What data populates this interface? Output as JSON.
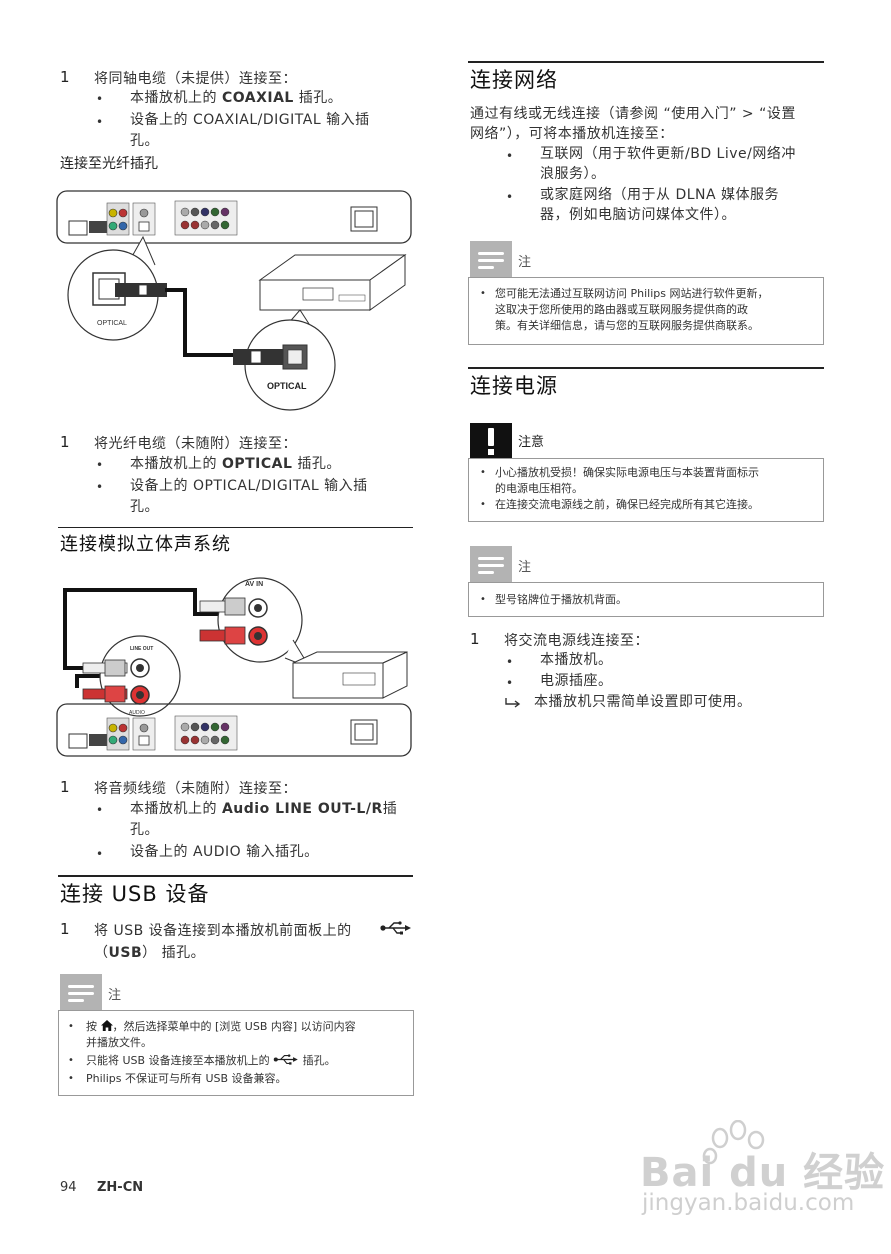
{
  "left": {
    "coax_steps": {
      "step_num": "1",
      "text": "将同轴电缆（未提供）连接至：",
      "b1_pre": "本播放机上的 ",
      "b1_bold": "COAXIAL",
      "b1_post": " 插孔。",
      "b2_line1": "设备上的 COAXIAL/DIGITAL 输入插",
      "b2_line2": "孔。"
    },
    "optical_heading": "连接至光纤插孔",
    "optical_diagram": {
      "label_small": "OPTICAL",
      "label_large": "OPTICAL"
    },
    "optical_steps": {
      "step_num": "1",
      "text": "将光纤电缆（未随附）连接至：",
      "b1_pre": "本播放机上的 ",
      "b1_bold": "OPTICAL",
      "b1_post": " 插孔。",
      "b2_line1": "设备上的 OPTICAL/DIGITAL 输入插",
      "b2_line2": "孔。"
    },
    "analog_title": "连接模拟立体声系统",
    "analog_diagram": {
      "av_in": "AV IN",
      "line_out": "LINE OUT",
      "audio": "AUDIO"
    },
    "analog_steps": {
      "step_num": "1",
      "text": "将音频线缆（未随附）连接至：",
      "b1_pre": "本播放机上的 ",
      "b1_bold": "Audio LINE OUT-L/R",
      "b1_post": "插",
      "b1_line2": "孔。",
      "b2": "设备上的 AUDIO 输入插孔。"
    },
    "usb_title": "连接 USB 设备",
    "usb_step": {
      "step_num": "1",
      "line1": "将 USB 设备连接到本播放机前面板上的",
      "line2_open": "（",
      "line2_bold": "USB",
      "line2_close": "） 插孔。"
    },
    "usb_note": {
      "label": "注",
      "i1_pre": "按 ",
      "i1_mid": "，然后选择菜单中的 ",
      "i1_bold": "[浏览 USB 内容]",
      "i1_post": " 以访问内容",
      "i1_line2": "并播放文件。",
      "i2_pre": "只能将 USB 设备连接至本播放机上的",
      "i2_post": " 插孔。",
      "i3": "Philips 不保证可与所有 USB 设备兼容。"
    }
  },
  "right": {
    "network_title": "连接网络",
    "network_intro1": "通过有线或无线连接（请参阅 “使用入门” > “设置",
    "network_intro2": "网络”），可将本播放机连接至：",
    "network_b1_l1": "互联网（用于软件更新/BD Live/网络冲",
    "network_b1_l2": "浪服务）。",
    "network_b2_l1": "或家庭网络（用于从 DLNA 媒体服务",
    "network_b2_l2": "器，例如电脑访问媒体文件）。",
    "network_note": {
      "label": "注",
      "l1": "您可能无法通过互联网访问 Philips 网站进行软件更新，",
      "l2": "这取决于您所使用的路由器或互联网服务提供商的政",
      "l3": "策。有关详细信息，请与您的互联网服务提供商联系。"
    },
    "power_title": "连接电源",
    "caution": {
      "label": "注意",
      "i1_l1": "小心播放机受损！确保实际电源电压与本装置背面标示",
      "i1_l2": "的电源电压相符。",
      "i2": "在连接交流电源线之前，确保已经完成所有其它连接。"
    },
    "power_note": {
      "label": "注",
      "i1": "型号铭牌位于播放机背面。"
    },
    "power_steps": {
      "step_num": "1",
      "text": "将交流电源线连接至：",
      "b1": "本播放机。",
      "b2": "电源插座。",
      "result": "本播放机只需简单设置即可使用。"
    }
  },
  "footer": {
    "page_number": "94",
    "lang_code": "ZH-CN"
  },
  "watermark": {
    "brand": "Bai du 经验",
    "url": "jingyan.baidu.com"
  }
}
